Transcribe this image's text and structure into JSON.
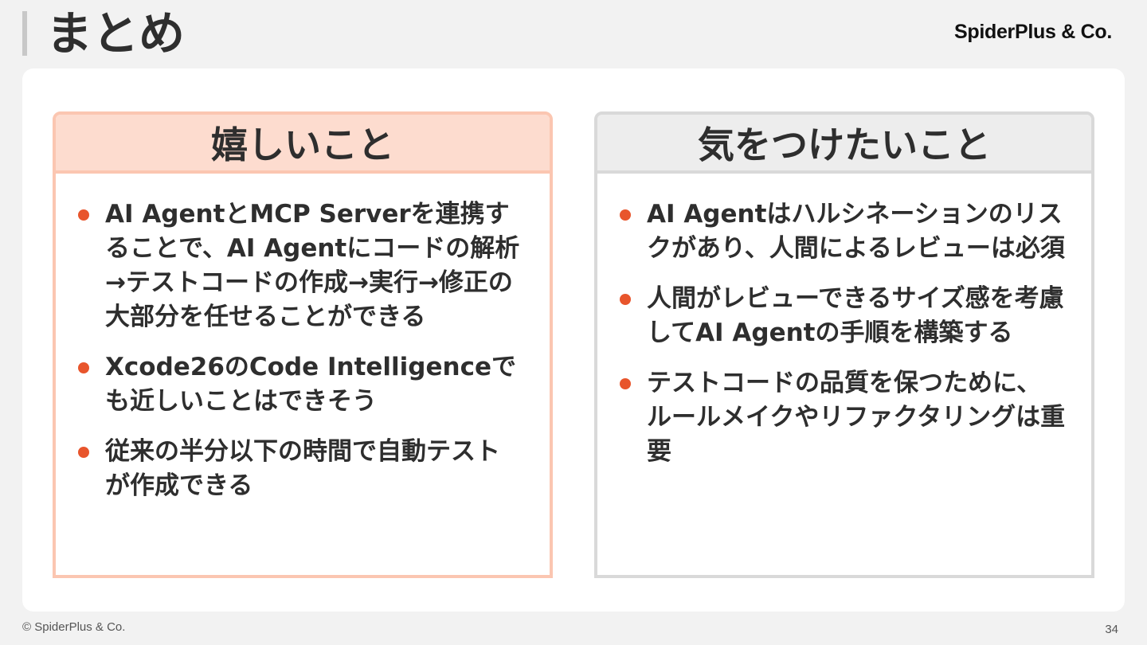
{
  "slide": {
    "title": "まとめ",
    "logo": "SpiderPlus & Co.",
    "footer": "© SpiderPlus & Co.",
    "page_number": "34"
  },
  "left_panel": {
    "heading": "嬉しいこと",
    "items": [
      "AI AgentとMCP Serverを連携することで、AI Agentにコードの解析→テストコードの作成→実行→修正の大部分を任せることができる",
      "Xcode26のCode Intelligenceでも近しいことはできそう",
      "従来の半分以下の時間で自動テストが作成できる"
    ]
  },
  "right_panel": {
    "heading": "気をつけたいこと",
    "items": [
      "AI Agentはハルシネーションのリスクがあり、人間によるレビューは必須",
      "人間がレビューできるサイズ感を考慮してAI Agentの手順を構築する",
      "テストコードの品質を保つために、ルールメイクやリファクタリングは重要"
    ]
  },
  "colors": {
    "accent": "#e8552c",
    "left_border": "#fbc6b1",
    "left_header_bg": "#fddccf",
    "right_border": "#d9d9d9",
    "right_header_bg": "#ededed"
  }
}
